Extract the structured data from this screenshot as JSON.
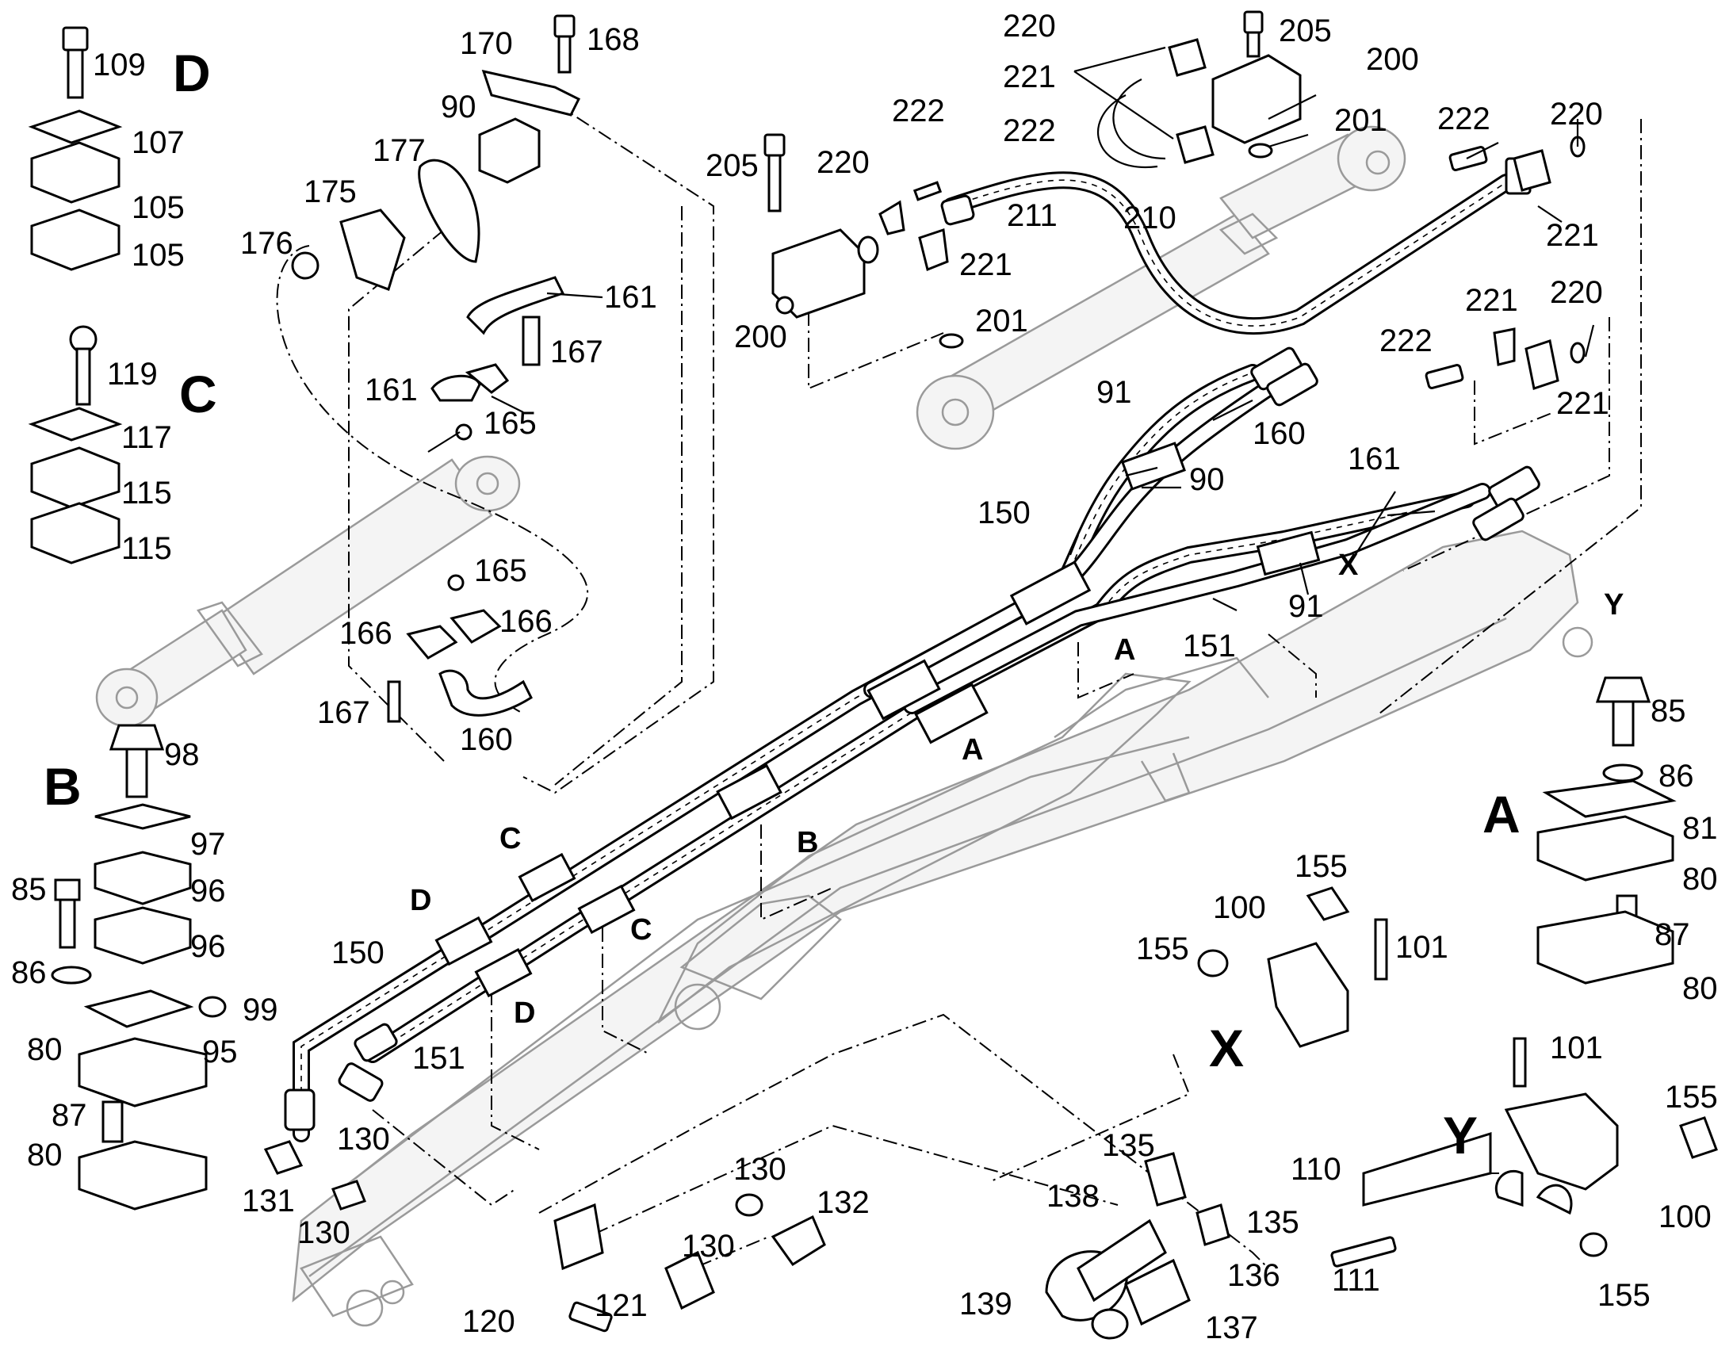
{
  "sections": {
    "D": "D",
    "C": "C",
    "B": "B",
    "A": "A",
    "X": "X",
    "Y": "Y"
  },
  "callouts": {
    "c109": "109",
    "c107": "107",
    "c105a": "105",
    "c105b": "105",
    "c119": "119",
    "c117": "117",
    "c115a": "115",
    "c115b": "115",
    "c98": "98",
    "c97": "97",
    "c96a": "96",
    "c96b": "96",
    "c85l": "85",
    "c86l": "86",
    "c99": "99",
    "c95": "95",
    "c80la": "80",
    "c87l": "87",
    "c80lb": "80",
    "c170": "170",
    "c168": "168",
    "c90a": "90",
    "c177": "177",
    "c175": "175",
    "c176": "176",
    "c161a": "161",
    "c167a": "167",
    "c161b": "161",
    "c165a": "165",
    "c165b": "165",
    "c166a": "166",
    "c166b": "166",
    "c167b": "167",
    "c160a": "160",
    "c205a": "205",
    "c220a": "220",
    "c222a": "222",
    "c221a": "221",
    "c200a": "200",
    "c201a": "201",
    "c220b": "220",
    "c221b": "221",
    "c222b": "222",
    "c205b": "205",
    "c200b": "200",
    "c211": "211",
    "c210": "210",
    "c201b": "201",
    "c222c": "222",
    "c220c": "220",
    "c221c": "221",
    "c221d": "221",
    "c220d": "220",
    "c222d": "222",
    "c221e": "221",
    "c91a": "91",
    "c160b": "160",
    "c90b": "90",
    "c150a": "150",
    "c161c": "161",
    "c91b": "91",
    "c151a": "151",
    "c85r": "85",
    "c86r": "86",
    "c81": "81",
    "c80ra": "80",
    "c87r": "87",
    "c80rb": "80",
    "c155a": "155",
    "c100a": "100",
    "c155b": "155",
    "c101a": "101",
    "c150b": "150",
    "c151b": "151",
    "c130a": "130",
    "c131": "131",
    "c130b": "130",
    "c130c": "130",
    "c132": "132",
    "c130d": "130",
    "c120": "120",
    "c121": "121",
    "c135a": "135",
    "c138": "138",
    "c135b": "135",
    "c136": "136",
    "c139": "139",
    "c137": "137",
    "c101b": "101",
    "c155c": "155",
    "c110": "110",
    "c100b": "100",
    "c111": "111",
    "c155d": "155"
  },
  "markers": {
    "mA1": "A",
    "mA2": "A",
    "mB": "B",
    "mC1": "C",
    "mC2": "C",
    "mD1": "D",
    "mD2": "D",
    "mX": "X",
    "mY": "Y"
  }
}
